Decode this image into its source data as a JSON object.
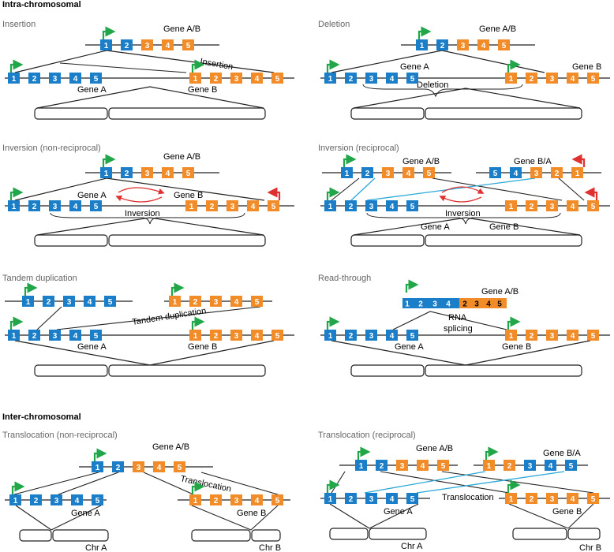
{
  "sections": {
    "intra": "Intra-chromosomal",
    "inter": "Inter-chromosomal"
  },
  "panels": {
    "insertion": {
      "title": "Insertion",
      "fusion": "Gene A/B",
      "gene_a": "Gene A",
      "gene_b": "Gene B",
      "event": "Insertion"
    },
    "deletion": {
      "title": "Deletion",
      "fusion": "Gene A/B",
      "gene_a": "Gene A",
      "gene_b": "Gene B",
      "event": "Deletion"
    },
    "inv_nonrec": {
      "title": "Inversion (non-reciprocal)",
      "fusion": "Gene A/B",
      "gene_a": "Gene A",
      "gene_b": "Gene B",
      "event": "Inversion"
    },
    "inv_rec": {
      "title": "Inversion (reciprocal)",
      "fusion": "Gene A/B",
      "fusion2": "Gene B/A",
      "gene_a": "Gene A",
      "gene_b": "Gene B",
      "event": "Inversion"
    },
    "tandem": {
      "title": "Tandem duplication",
      "gene_a": "Gene A",
      "gene_b": "Gene B",
      "event": "Tandem duplication"
    },
    "readthrough": {
      "title": "Read-through",
      "fusion": "Gene A/B",
      "gene_a": "Gene A",
      "gene_b": "Gene B",
      "event_line1": "RNA",
      "event_line2": "splicing"
    },
    "trans_nonrec": {
      "title": "Translocation (non-reciprocal)",
      "fusion": "Gene A/B",
      "gene_a": "Gene A",
      "gene_b": "Gene B",
      "event": "Translocation",
      "chr_a": "Chr A",
      "chr_b": "Chr B"
    },
    "trans_rec": {
      "title": "Translocation (reciprocal)",
      "fusion": "Gene A/B",
      "fusion2": "Gene B/A",
      "gene_a": "Gene A",
      "gene_b": "Gene B",
      "event": "Translocation",
      "chr_a": "Chr A",
      "chr_b": "Chr B"
    }
  },
  "exon_numbers": [
    "1",
    "2",
    "3",
    "4",
    "5"
  ],
  "colors": {
    "gene_a": "#1a7ec8",
    "gene_b": "#f28c28",
    "tss_arrow": "#22a64a",
    "tss_reverse": "#e03030",
    "inversion_arrow": "#e03030",
    "cross_link": "#2aa8d8"
  }
}
